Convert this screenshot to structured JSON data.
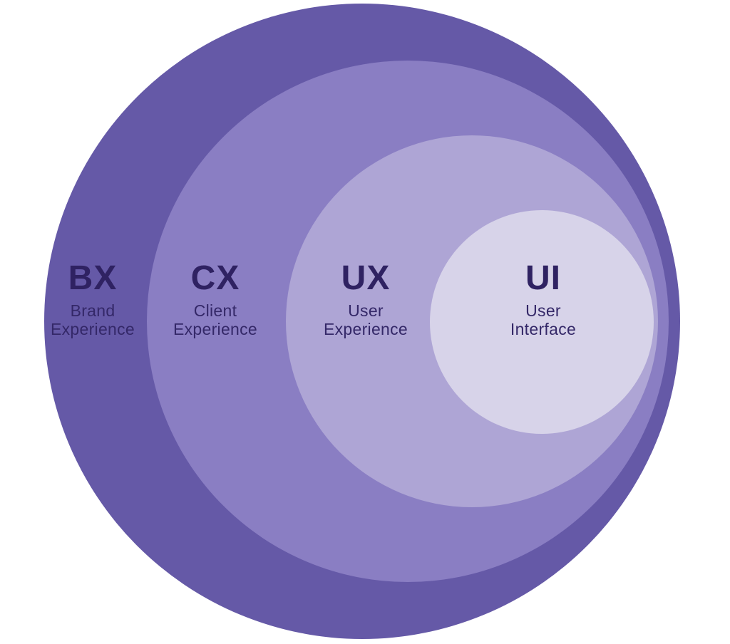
{
  "diagram": {
    "background_color": "#ffffff",
    "text_color": "#2f2262",
    "subtitle_color": "#342868",
    "rings": [
      {
        "acronym": "BX",
        "label_line1": "Brand",
        "label_line2": "Experience",
        "color": "#6559a7"
      },
      {
        "acronym": "CX",
        "label_line1": "Client",
        "label_line2": "Experience",
        "color": "#8a7ec3"
      },
      {
        "acronym": "UX",
        "label_line1": "User",
        "label_line2": "Experience",
        "color": "#aea5d5"
      },
      {
        "acronym": "UI",
        "label_line1": "User",
        "label_line2": "Interface",
        "color": "#d7d3e9"
      }
    ]
  }
}
